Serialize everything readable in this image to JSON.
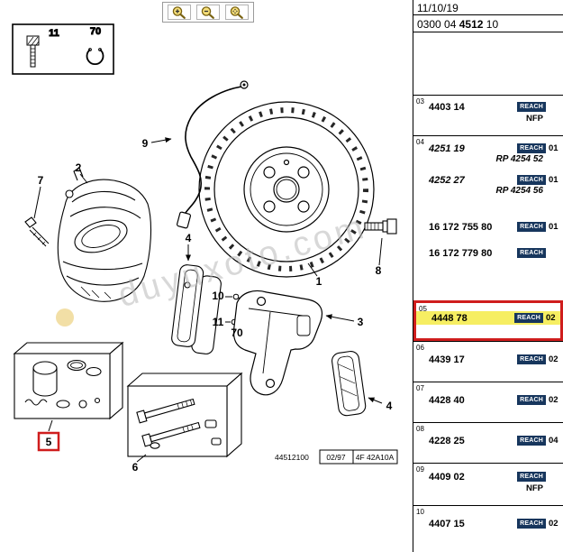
{
  "colors": {
    "reach_bg": "#17365d",
    "highlight_yellow": "#f6ee62",
    "callout_red": "#cf1d1d",
    "icon_gold": "#f6df7a",
    "icon_outline": "#7a6312"
  },
  "toolbar": {
    "buttons": [
      {
        "icon": "magnifier-plus-icon",
        "action": "zoom-in"
      },
      {
        "icon": "magnifier-minus-icon",
        "action": "zoom-out"
      },
      {
        "icon": "magnifier-move-icon",
        "action": "zoom-area"
      }
    ]
  },
  "header": {
    "date": "11/10/19",
    "ref": {
      "p1": "0300 04",
      "p2": "4512",
      "p3": "10"
    }
  },
  "diagram": {
    "watermark": "duyuxoto.com",
    "inset": {
      "label_bolt": "11",
      "label_clip": "70"
    },
    "callouts": {
      "disc": "1",
      "caliper": "2",
      "carrier": "3",
      "pads_inner": "4",
      "pad_outer": "4",
      "seal_kit": "5",
      "pin_kit": "6",
      "bleed_screw": "7",
      "bolt": "8",
      "wear_sensor": "9",
      "bolt_small": "10",
      "screw_small": "11",
      "clip_small": "70"
    },
    "footer": {
      "code": "44512100",
      "date": "02/97",
      "ref": "4F 42A10A"
    }
  },
  "table": {
    "reach_label": "REACH",
    "rows": [
      {
        "idx": "03",
        "entries": [
          {
            "part": "4403 14",
            "qty": "",
            "note": "NFP"
          }
        ]
      },
      {
        "idx": "04",
        "entries": [
          {
            "part": "4251 19",
            "qty": "01",
            "sub": "RP 4254 52"
          },
          {
            "part": "4252 27",
            "qty": "01",
            "sub": "RP 4254 56"
          },
          {
            "part": "16 172 755 80",
            "qty": "01"
          },
          {
            "part": "16 172 779 80",
            "qty": ""
          }
        ]
      },
      {
        "idx": "05",
        "entries": [
          {
            "part": "4448 78",
            "qty": "02"
          }
        ],
        "highlighted": true
      },
      {
        "idx": "06",
        "entries": [
          {
            "part": "4439 17",
            "qty": "02"
          }
        ]
      },
      {
        "idx": "07",
        "entries": [
          {
            "part": "4428 40",
            "qty": "02"
          }
        ]
      },
      {
        "idx": "08",
        "entries": [
          {
            "part": "4228 25",
            "qty": "04"
          }
        ]
      },
      {
        "idx": "09",
        "entries": [
          {
            "part": "4409 02",
            "qty": "",
            "note": "NFP"
          }
        ]
      },
      {
        "idx": "10",
        "entries": [
          {
            "part": "4407 15",
            "qty": "02"
          }
        ]
      }
    ]
  }
}
